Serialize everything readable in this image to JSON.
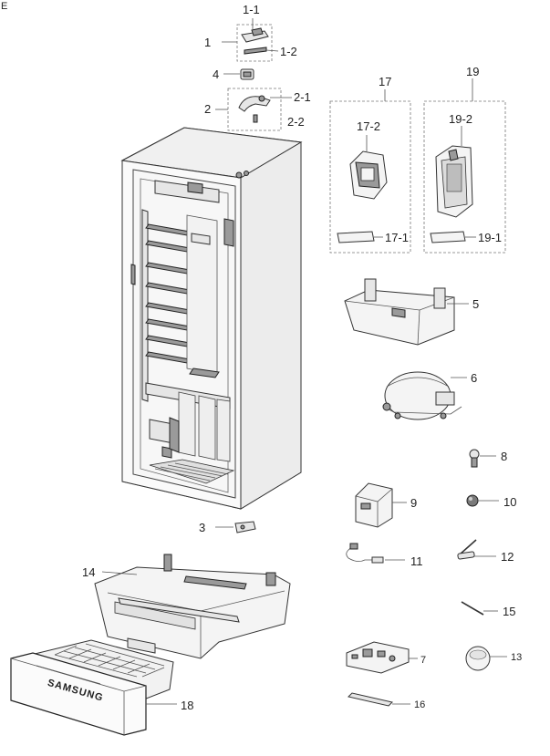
{
  "corner_mark": "E",
  "labels": {
    "p1_1": "1-1",
    "p1": "1",
    "p1_2": "1-2",
    "p4": "4",
    "p2": "2",
    "p2_1": "2-1",
    "p2_2": "2-2",
    "p17": "17",
    "p17_2": "17-2",
    "p17_1": "17-1",
    "p19": "19",
    "p19_2": "19-2",
    "p19_1": "19-1",
    "p5": "5",
    "p6": "6",
    "p8": "8",
    "p9": "9",
    "p10": "10",
    "p3": "3",
    "p11": "11",
    "p12": "12",
    "p14": "14",
    "p15": "15",
    "p7": "7",
    "p13": "13",
    "p16": "16",
    "p18": "18"
  },
  "brand_text": "SAMSUNG"
}
